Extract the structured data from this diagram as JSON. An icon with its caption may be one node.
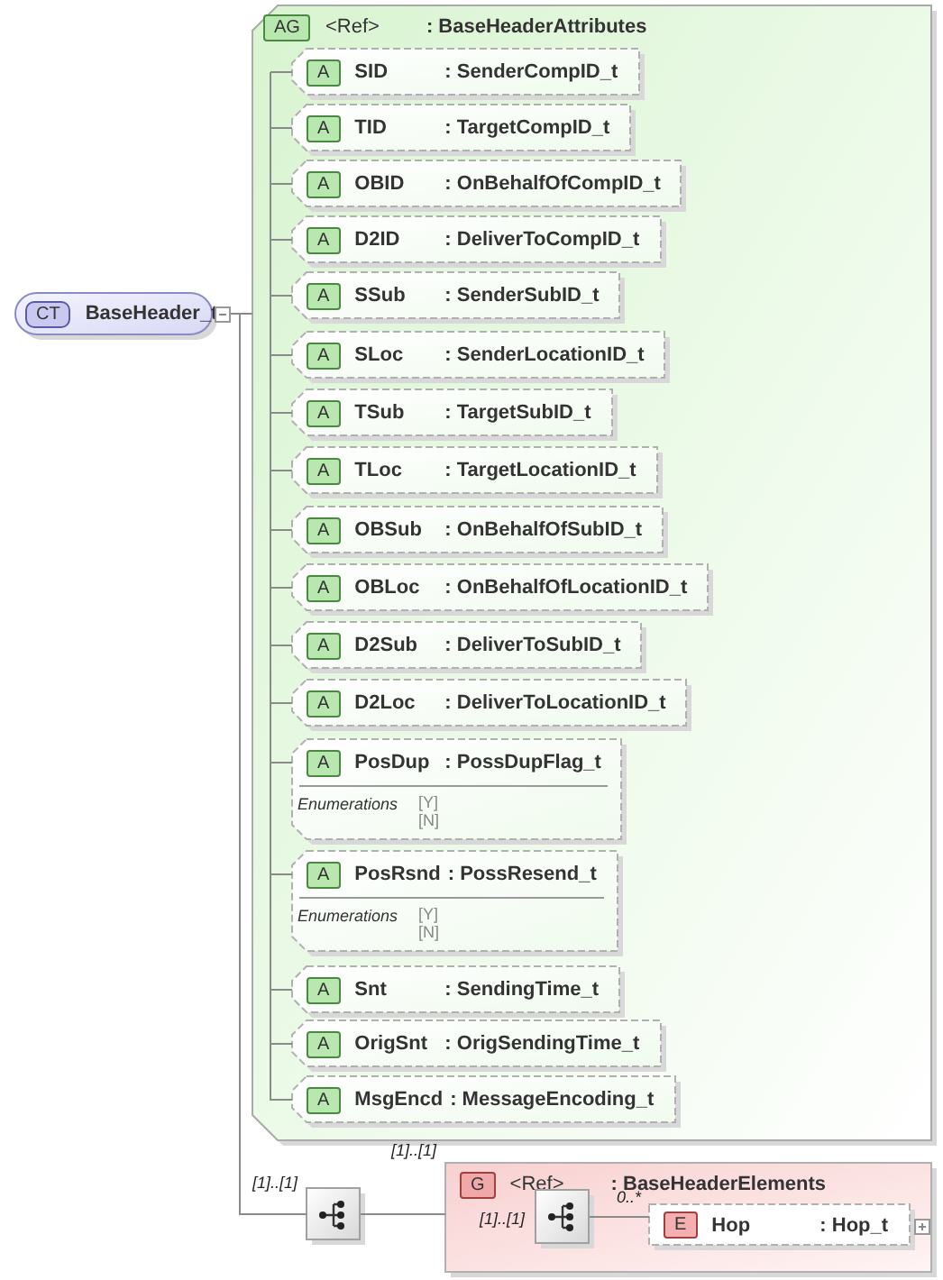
{
  "diagram": {
    "nodes": [
      {
        "text": [
          "CT",
          "BaseHeader_t"
        ]
      },
      {
        "text": [
          "AG",
          "<Ref>",
          ": BaseHeaderAttributes"
        ]
      },
      {
        "text": [
          "A",
          "SID",
          ": SenderCompID_t"
        ],
        "in": 1
      },
      {
        "text": [
          "A",
          "TID",
          ": TargetCompID_t"
        ],
        "in": 1
      },
      {
        "text": [
          "A",
          "OBID",
          ": OnBehalfOfCompID_t"
        ],
        "in": 1
      },
      {
        "text": [
          "A",
          "D2ID",
          ": DeliverToCompID_t"
        ],
        "in": 1
      },
      {
        "text": [
          "A",
          "SSub",
          ": SenderSubID_t"
        ],
        "in": 1
      },
      {
        "text": [
          "A",
          "SLoc",
          ": SenderLocationID_t"
        ],
        "in": 1
      },
      {
        "text": [
          "A",
          "TSub",
          ": TargetSubID_t"
        ],
        "in": 1
      },
      {
        "text": [
          "A",
          "TLoc",
          ": TargetLocationID_t"
        ],
        "in": 1
      },
      {
        "text": [
          "A",
          "OBSub",
          ": OnBehalfOfSubID_t"
        ],
        "in": 1
      },
      {
        "text": [
          "A",
          "OBLoc",
          ": OnBehalfOfLocationID_t"
        ],
        "in": 1
      },
      {
        "text": [
          "A",
          "D2Sub",
          ": DeliverToSubID_t"
        ],
        "in": 1
      },
      {
        "text": [
          "A",
          "D2Loc",
          ": DeliverToLocationID_t"
        ],
        "in": 1
      },
      {
        "text": [
          "A",
          "PosDup",
          ": PossDupFlag_t",
          "Enumerations",
          "[Y]",
          "[N]"
        ],
        "in": 1
      },
      {
        "text": [
          "A",
          "PosRsnd",
          ": PossResend_t",
          "Enumerations",
          "[Y]",
          "[N]"
        ],
        "in": 1
      },
      {
        "text": [
          "A",
          "Snt",
          ": SendingTime_t"
        ],
        "in": 1
      },
      {
        "text": [
          "A",
          "OrigSnt",
          ": OrigSendingTime_t"
        ],
        "in": 1
      },
      {
        "text": [
          "A",
          "MsgEncd",
          ": MessageEncoding_t"
        ],
        "in": 1
      },
      {
        "text": [],
        "shape": "box",
        "beside": [
          "[1]..[1]"
        ]
      },
      {
        "text": [
          "G",
          "<Ref>",
          ": BaseHeaderElements"
        ],
        "beside": [
          "[1]..[1]"
        ]
      },
      {
        "text": [],
        "shape": "box",
        "in": 20,
        "beside": [
          "[1]..[1]"
        ]
      },
      {
        "text": [
          "E",
          "Hop",
          ": Hop_t"
        ],
        "in": 20,
        "beside": [
          "0..*"
        ]
      }
    ],
    "edges": [
      {
        "from": 0,
        "to": 1,
        "arrow": "none"
      },
      {
        "from": 1,
        "to": 2,
        "arrow": "none"
      },
      {
        "from": 1,
        "to": 3,
        "arrow": "none"
      },
      {
        "from": 1,
        "to": 4,
        "arrow": "none"
      },
      {
        "from": 1,
        "to": 5,
        "arrow": "none"
      },
      {
        "from": 1,
        "to": 6,
        "arrow": "none"
      },
      {
        "from": 1,
        "to": 7,
        "arrow": "none"
      },
      {
        "from": 1,
        "to": 8,
        "arrow": "none"
      },
      {
        "from": 1,
        "to": 9,
        "arrow": "none"
      },
      {
        "from": 1,
        "to": 10,
        "arrow": "none"
      },
      {
        "from": 1,
        "to": 11,
        "arrow": "none"
      },
      {
        "from": 1,
        "to": 12,
        "arrow": "none"
      },
      {
        "from": 1,
        "to": 13,
        "arrow": "none"
      },
      {
        "from": 1,
        "to": 14,
        "arrow": "none"
      },
      {
        "from": 1,
        "to": 15,
        "arrow": "none"
      },
      {
        "from": 1,
        "to": 16,
        "arrow": "none"
      },
      {
        "from": 1,
        "to": 17,
        "arrow": "none"
      },
      {
        "from": 1,
        "to": 18,
        "arrow": "none"
      },
      {
        "from": 0,
        "to": 19,
        "arrow": "none"
      },
      {
        "from": 19,
        "to": 20,
        "arrow": "none"
      },
      {
        "from": 21,
        "to": 22,
        "arrow": "none"
      }
    ]
  }
}
